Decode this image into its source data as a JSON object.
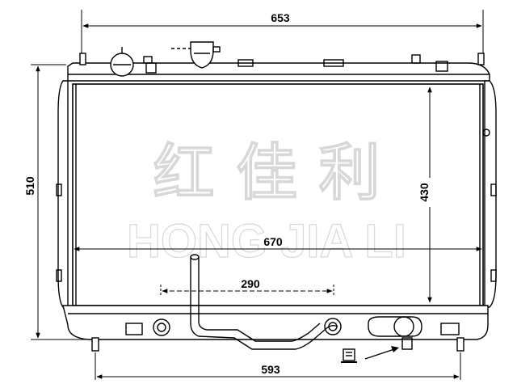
{
  "dimensions": {
    "top_width": "653",
    "overall_height": "510",
    "core_height": "430",
    "core_width": "670",
    "inner_span": "290",
    "mount_spacing": "593"
  },
  "watermark": {
    "chinese": "红 佳 利",
    "pinyin": "HONG JIA LI"
  },
  "colors": {
    "line": "#000000",
    "watermark_outline": "#d8d8d8"
  }
}
